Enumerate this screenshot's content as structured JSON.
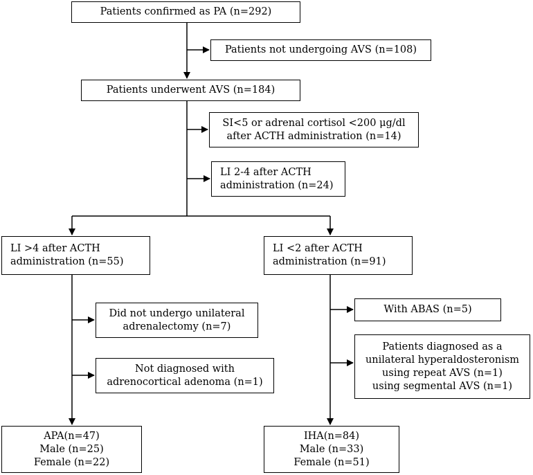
{
  "boxes": {
    "confirmed": {
      "lines": [
        "Patients confirmed as PA (n=292)"
      ]
    },
    "not_avs": {
      "lines": [
        "Patients not undergoing AVS (n=108)"
      ]
    },
    "underwent_avs": {
      "lines": [
        "Patients underwent AVS (n=184)"
      ]
    },
    "si_excluded": {
      "lines": [
        "SI<5 or adrenal cortisol <200 μg/dl",
        "after ACTH administration (n=14)"
      ]
    },
    "li_2_4": {
      "lines": [
        "LI 2-4 after ACTH",
        "administration (n=24)"
      ]
    },
    "li_gt4": {
      "lines": [
        "LI >4 after ACTH",
        "administration (n=55)"
      ]
    },
    "li_lt2": {
      "lines": [
        "LI <2 after ACTH",
        "administration (n=91)"
      ]
    },
    "no_adrenalectomy": {
      "lines": [
        "Did not undergo unilateral",
        "adrenalectomy (n=7)"
      ]
    },
    "not_adenoma": {
      "lines": [
        "Not diagnosed with",
        "adrenocortical adenoma (n=1)"
      ]
    },
    "abas": {
      "lines": [
        "With ABAS (n=5)"
      ]
    },
    "unilateral": {
      "lines": [
        "Patients diagnosed as a",
        "unilateral hyperaldosteronism",
        "using repeat AVS (n=1)",
        "using segmental AVS (n=1)"
      ]
    },
    "apa": {
      "lines": [
        "APA(n=47)",
        "Male (n=25)",
        "Female (n=22)"
      ]
    },
    "iha": {
      "lines": [
        "IHA(n=84)",
        "Male (n=33)",
        "Female (n=51)"
      ]
    }
  }
}
